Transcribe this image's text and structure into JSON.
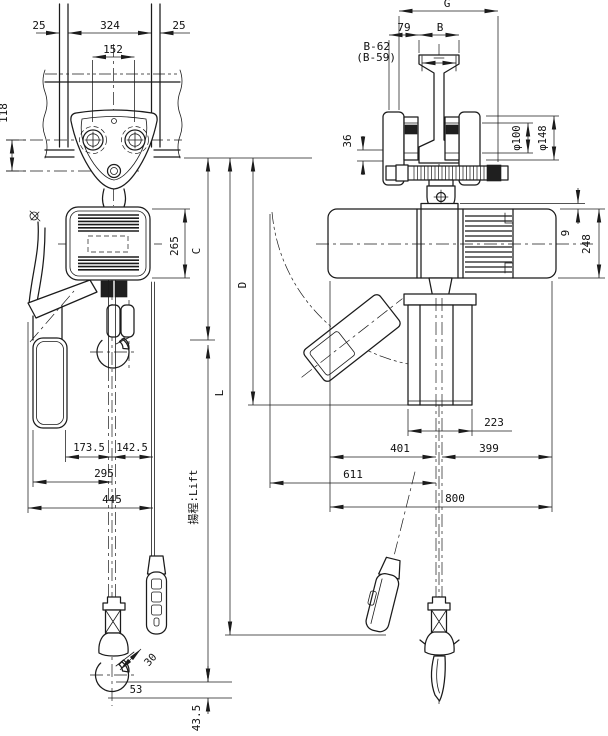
{
  "colors": {
    "line": "#1b1b1b",
    "background": "#ffffff"
  },
  "front_view": {
    "dim_margin_left": "25",
    "dim_bolt_span": "324",
    "dim_margin_right": "25",
    "dim_wheel_gauge": "152",
    "dim_bracket_height": "118",
    "dim_body_height": "265",
    "dim_body_to_chain": "173.5",
    "dim_chain_to_pendant": "142.5",
    "dim_container_to_chain": "295",
    "dim_overall_width": "445",
    "lift_label": "揚程:Lift",
    "dim_hook_drop": "43.5",
    "dim_hook_width": "53",
    "dim_hook_opening": "30"
  },
  "side_view": {
    "dim_trolley_overall": "G",
    "dim_plate_offset": "79",
    "dim_beam_flange_width": "B",
    "dim_wheel_inner_span": "B-62",
    "dim_wheel_inner_span_alt": "(B-59)",
    "dim_flange_step": "36",
    "dim_wheel_tread_dia": "φ100",
    "dim_wheel_flange_dia": "φ148",
    "dim_lug_step": "9",
    "dim_body_height": "248",
    "dim_container_width": "223",
    "dim_left_of_chain": "401",
    "dim_right_of_chain": "399",
    "dim_swing_radius": "611",
    "dim_overall_length": "800"
  },
  "vertical_dims": {
    "headroom": "C",
    "container_depth": "D",
    "overall_drop": "L"
  }
}
